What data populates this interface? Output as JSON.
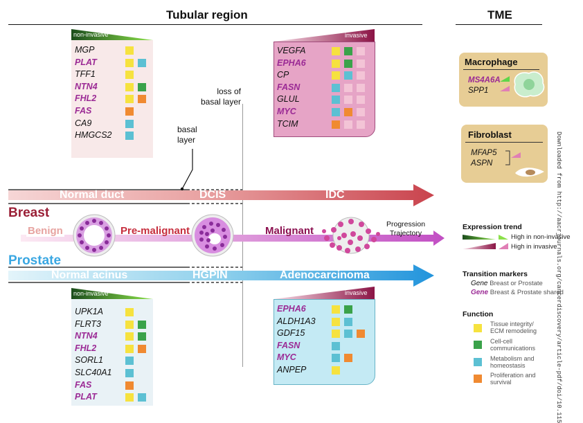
{
  "titles": {
    "tubular": "Tubular region",
    "tme": "TME"
  },
  "breast": {
    "label": "Breast",
    "stages": [
      "Benign",
      "Pre-malignant",
      "Malignant"
    ],
    "bar": [
      "Normal duct",
      "DCIS",
      "IDC"
    ],
    "loss_label": "loss of\nbasal layer",
    "basal_label": "basal\nlayer"
  },
  "prostate": {
    "label": "Prostate",
    "bar": [
      "Normal acinus",
      "HGPIN",
      "Adenocarcinoma"
    ]
  },
  "progression": "Progression\nTrajectory",
  "tags": {
    "non_invasive": "non-invasive",
    "invasive": "invasive"
  },
  "breast_noninvasive": [
    {
      "name": "MGP",
      "shared": false,
      "funcs": [
        "y"
      ]
    },
    {
      "name": "PLAT",
      "shared": true,
      "funcs": [
        "y",
        "c"
      ]
    },
    {
      "name": "TFF1",
      "shared": false,
      "funcs": [
        "y"
      ]
    },
    {
      "name": "NTN4",
      "shared": true,
      "funcs": [
        "y",
        "g"
      ]
    },
    {
      "name": "FHL2",
      "shared": true,
      "funcs": [
        "y",
        "o"
      ]
    },
    {
      "name": "FAS",
      "shared": true,
      "funcs": [
        "o"
      ]
    },
    {
      "name": "CA9",
      "shared": false,
      "funcs": [
        "c"
      ]
    },
    {
      "name": "HMGCS2",
      "shared": false,
      "funcs": [
        "c"
      ]
    }
  ],
  "breast_invasive": [
    {
      "name": "VEGFA",
      "shared": false,
      "funcs": [
        "y",
        "g",
        "p"
      ]
    },
    {
      "name": "EPHA6",
      "shared": true,
      "funcs": [
        "y",
        "g",
        "p"
      ]
    },
    {
      "name": "CP",
      "shared": false,
      "funcs": [
        "y",
        "c",
        "p"
      ]
    },
    {
      "name": "FASN",
      "shared": true,
      "funcs": [
        "c",
        "p",
        "p"
      ]
    },
    {
      "name": "GLUL",
      "shared": false,
      "funcs": [
        "c",
        "p",
        "p"
      ]
    },
    {
      "name": "MYC",
      "shared": true,
      "funcs": [
        "c",
        "o",
        "p"
      ]
    },
    {
      "name": "TCIM",
      "shared": false,
      "funcs": [
        "o",
        "p",
        "p"
      ]
    }
  ],
  "prostate_noninvasive": [
    {
      "name": "UPK1A",
      "shared": false,
      "funcs": [
        "y"
      ]
    },
    {
      "name": "FLRT3",
      "shared": false,
      "funcs": [
        "y",
        "g"
      ]
    },
    {
      "name": "NTN4",
      "shared": true,
      "funcs": [
        "y",
        "g"
      ]
    },
    {
      "name": "FHL2",
      "shared": true,
      "funcs": [
        "y",
        "o"
      ]
    },
    {
      "name": "SORL1",
      "shared": false,
      "funcs": [
        "c"
      ]
    },
    {
      "name": "SLC40A1",
      "shared": false,
      "funcs": [
        "c"
      ]
    },
    {
      "name": "FAS",
      "shared": true,
      "funcs": [
        "o"
      ]
    },
    {
      "name": "PLAT",
      "shared": true,
      "funcs": [
        "y",
        "c"
      ]
    }
  ],
  "prostate_invasive": [
    {
      "name": "EPHA6",
      "shared": true,
      "funcs": [
        "y",
        "g"
      ]
    },
    {
      "name": "ALDH1A3",
      "shared": false,
      "funcs": [
        "y",
        "c"
      ]
    },
    {
      "name": "GDF15",
      "shared": false,
      "funcs": [
        "y",
        "c",
        "o"
      ]
    },
    {
      "name": "FASN",
      "shared": true,
      "funcs": [
        "c"
      ]
    },
    {
      "name": "MYC",
      "shared": true,
      "funcs": [
        "c",
        "o"
      ]
    },
    {
      "name": "ANPEP",
      "shared": false,
      "funcs": [
        "y"
      ]
    }
  ],
  "tme": {
    "macrophage": {
      "title": "Macrophage",
      "genes": [
        {
          "name": "MS4A6A",
          "shared": true
        },
        {
          "name": "SPP1",
          "shared": false
        }
      ]
    },
    "fibroblast": {
      "title": "Fibroblast",
      "genes": [
        {
          "name": "MFAP5",
          "shared": false
        },
        {
          "name": "ASPN",
          "shared": false
        }
      ]
    }
  },
  "legend": {
    "expr_title": "Expression trend",
    "expr_items": [
      "High in non-invasive",
      "High in invasive"
    ],
    "trans_title": "Transition markers",
    "trans_items": [
      {
        "gene": "Gene",
        "text": "Breast or Prostate"
      },
      {
        "gene": "Gene",
        "text": "Breast & Prostate shared"
      }
    ],
    "func_title": "Function",
    "func_items": [
      "Tissue integrity/\nECM remodeling",
      "Cell-cell\ncommunications",
      "Metabolism and\nhomeostasis",
      "Proliferation and\nsurvival"
    ]
  },
  "side_text": "Downloaded from http://aacrjournals.org/cancerdiscovery/article-pdf/doi/10.115"
}
